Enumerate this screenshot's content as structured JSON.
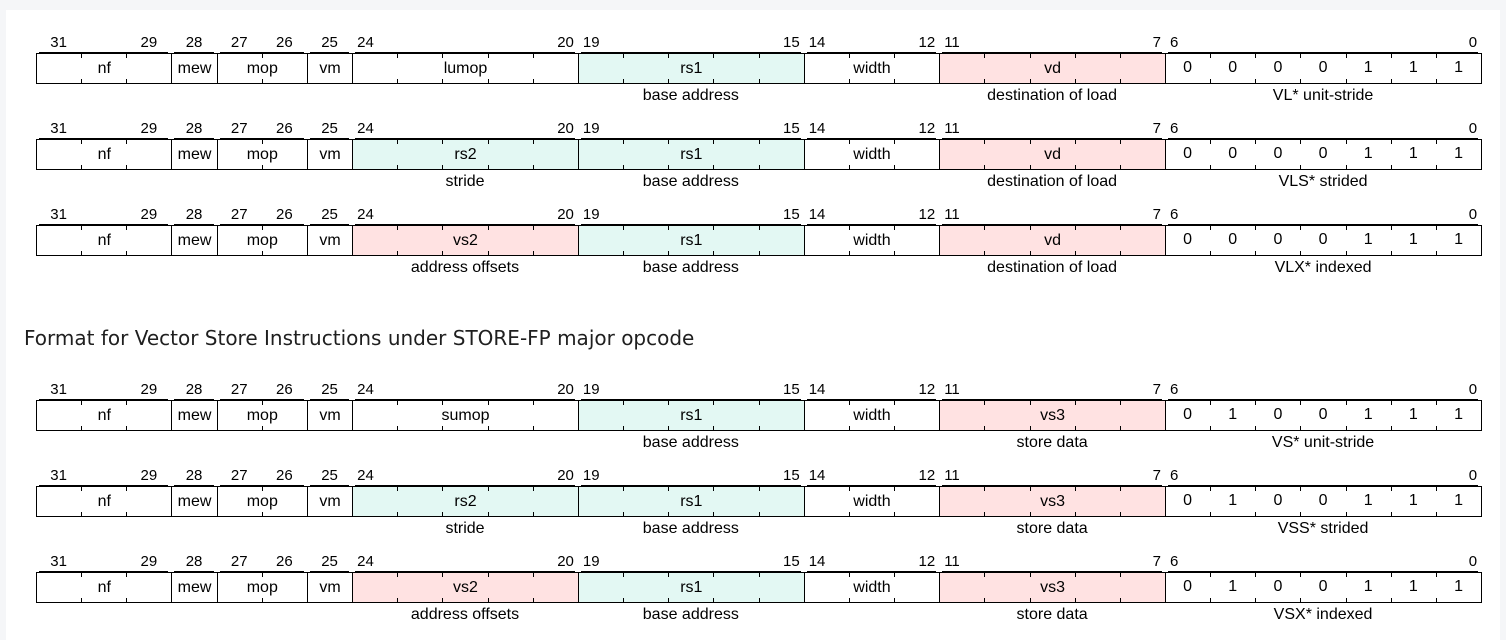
{
  "bit_numbers": [
    "31",
    "29",
    "28",
    "27",
    "26",
    "25",
    "24",
    "20",
    "19",
    "15",
    "14",
    "12",
    "11",
    "7",
    "6",
    "0"
  ],
  "store_heading": "Format for Vector Store Instructions under STORE-FP major opcode",
  "load_encodings": [
    {
      "fields": {
        "nf": "nf",
        "mew": "mew",
        "mop": "mop",
        "vm": "vm",
        "f24_20": "lumop",
        "f19_15": "rs1",
        "width": "width",
        "f11_7": "vd"
      },
      "colors": {
        "f24_20": "none",
        "f19_15": "blue",
        "f11_7": "pink"
      },
      "opcode_bits": [
        "0",
        "0",
        "0",
        "0",
        "1",
        "1",
        "1"
      ],
      "captions": {
        "f24_20": "",
        "f19_15": "base address",
        "f11_7": "destination of load",
        "opcode": "VL* unit-stride"
      }
    },
    {
      "fields": {
        "nf": "nf",
        "mew": "mew",
        "mop": "mop",
        "vm": "vm",
        "f24_20": "rs2",
        "f19_15": "rs1",
        "width": "width",
        "f11_7": "vd"
      },
      "colors": {
        "f24_20": "blue",
        "f19_15": "blue",
        "f11_7": "pink"
      },
      "opcode_bits": [
        "0",
        "0",
        "0",
        "0",
        "1",
        "1",
        "1"
      ],
      "captions": {
        "f24_20": "stride",
        "f19_15": "base address",
        "f11_7": "destination of load",
        "opcode": "VLS* strided"
      }
    },
    {
      "fields": {
        "nf": "nf",
        "mew": "mew",
        "mop": "mop",
        "vm": "vm",
        "f24_20": "vs2",
        "f19_15": "rs1",
        "width": "width",
        "f11_7": "vd"
      },
      "colors": {
        "f24_20": "pink",
        "f19_15": "blue",
        "f11_7": "pink"
      },
      "opcode_bits": [
        "0",
        "0",
        "0",
        "0",
        "1",
        "1",
        "1"
      ],
      "captions": {
        "f24_20": "address offsets",
        "f19_15": "base address",
        "f11_7": "destination of load",
        "opcode": "VLX* indexed"
      }
    }
  ],
  "store_encodings": [
    {
      "fields": {
        "nf": "nf",
        "mew": "mew",
        "mop": "mop",
        "vm": "vm",
        "f24_20": "sumop",
        "f19_15": "rs1",
        "width": "width",
        "f11_7": "vs3"
      },
      "colors": {
        "f24_20": "none",
        "f19_15": "blue",
        "f11_7": "pink"
      },
      "opcode_bits": [
        "0",
        "1",
        "0",
        "0",
        "1",
        "1",
        "1"
      ],
      "captions": {
        "f24_20": "",
        "f19_15": "base address",
        "f11_7": "store data",
        "opcode": "VS* unit-stride"
      }
    },
    {
      "fields": {
        "nf": "nf",
        "mew": "mew",
        "mop": "mop",
        "vm": "vm",
        "f24_20": "rs2",
        "f19_15": "rs1",
        "width": "width",
        "f11_7": "vs3"
      },
      "colors": {
        "f24_20": "blue",
        "f19_15": "blue",
        "f11_7": "pink"
      },
      "opcode_bits": [
        "0",
        "1",
        "0",
        "0",
        "1",
        "1",
        "1"
      ],
      "captions": {
        "f24_20": "stride",
        "f19_15": "base address",
        "f11_7": "store data",
        "opcode": "VSS* strided"
      }
    },
    {
      "fields": {
        "nf": "nf",
        "mew": "mew",
        "mop": "mop",
        "vm": "vm",
        "f24_20": "vs2",
        "f19_15": "rs1",
        "width": "width",
        "f11_7": "vs3"
      },
      "colors": {
        "f24_20": "pink",
        "f19_15": "blue",
        "f11_7": "pink"
      },
      "opcode_bits": [
        "0",
        "1",
        "0",
        "0",
        "1",
        "1",
        "1"
      ],
      "captions": {
        "f24_20": "address offsets",
        "f19_15": "base address",
        "f11_7": "store data",
        "opcode": "VSX* indexed"
      }
    }
  ]
}
